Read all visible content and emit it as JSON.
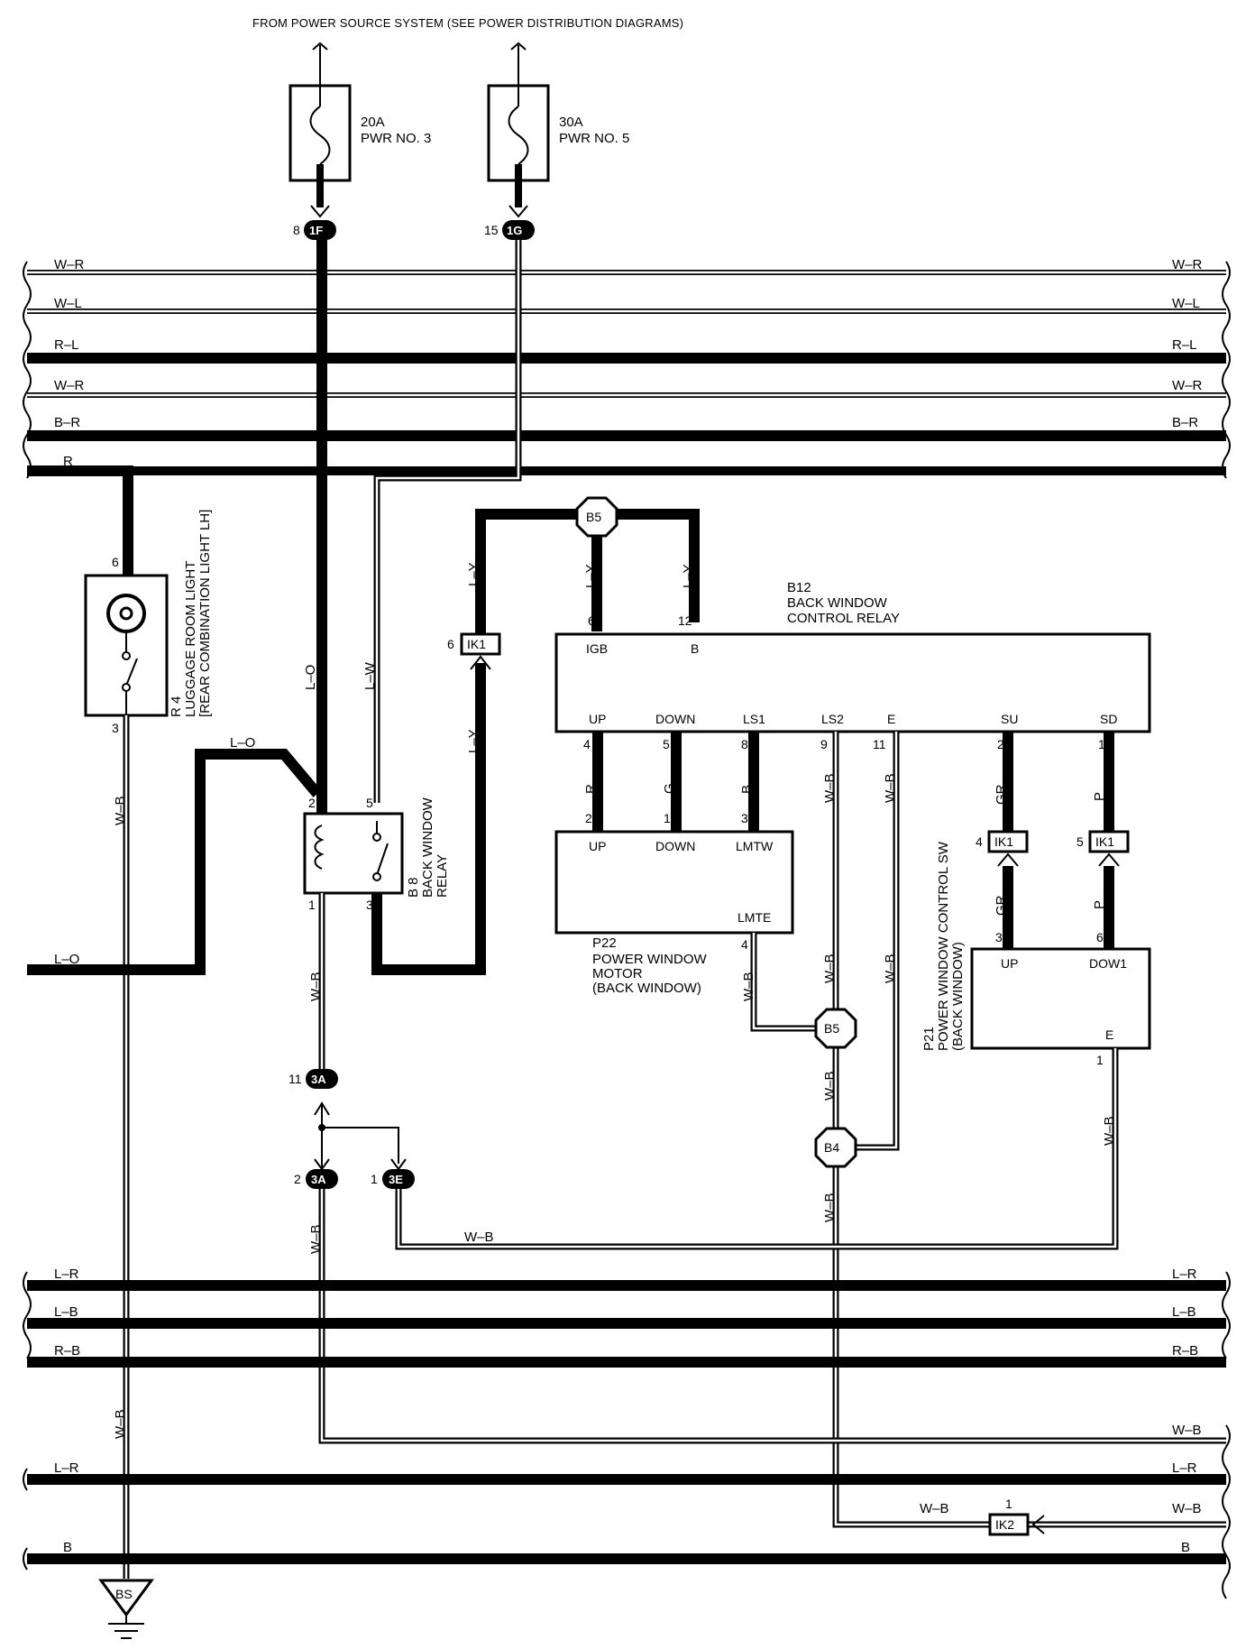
{
  "header": "FROM POWER SOURCE SYSTEM (SEE POWER DISTRIBUTION DIAGRAMS)",
  "fuses": [
    {
      "amps": "20A",
      "name": "PWR NO. 3"
    },
    {
      "amps": "30A",
      "name": "PWR NO. 5"
    }
  ],
  "connectors": {
    "c1f": {
      "id": "1F",
      "pin": "8"
    },
    "c1g": {
      "id": "1G",
      "pin": "15"
    },
    "b5top": {
      "id": "B5"
    },
    "ik1a": {
      "id": "IK1",
      "pin": "6"
    },
    "ik1b": {
      "id": "IK1",
      "pin": "4"
    },
    "ik1c": {
      "id": "IK1",
      "pin": "5"
    },
    "b5mid": {
      "id": "B5"
    },
    "b4": {
      "id": "B4"
    },
    "c3a1": {
      "id": "3A",
      "pin": "11"
    },
    "c3a2": {
      "id": "3A",
      "pin": "2"
    },
    "c3e": {
      "id": "3E",
      "pin": "1"
    },
    "ik2": {
      "id": "IK2",
      "pin": "1"
    },
    "bs": {
      "id": "BS"
    }
  },
  "bus_top": [
    "W–R",
    "W–L",
    "R–L",
    "W–R",
    "B–R"
  ],
  "bus_bottom": [
    "L–R",
    "L–B",
    "R–B",
    "W–B",
    "L–R",
    "W–B",
    "B"
  ],
  "wires": {
    "r": "R",
    "lo": "L–O",
    "lo2": "L–O",
    "lo3": "L–O",
    "lw": "L–W",
    "ly1": "L–Y",
    "ly2": "L–Y",
    "ly3": "L–Y",
    "ly4": "L–Y",
    "wb_r4": "W–B",
    "wb_r4b": "W–B",
    "wb_b8": "W–B",
    "wb_3a": "W–B",
    "r_up": "R",
    "g_down": "G",
    "b_ls1": "B",
    "wb_ls2": "W–B",
    "wb_e": "W–B",
    "gr1": "GR",
    "gr2": "GR",
    "p1": "P",
    "p2": "P",
    "wb_b5a": "W–B",
    "wb_b5b": "W–B",
    "wb_b4a": "W–B",
    "wb_b4b": "W–B",
    "wb_b4c": "W–B",
    "wb_p21": "W–B",
    "wb_3e": "W–B",
    "wb_p22": "W–B",
    "wb_ik2": "W–B"
  },
  "components": {
    "r4": {
      "code": "R 4",
      "name": "LUGGAGE ROOM LIGHT",
      "sub": "[REAR COMBINATION LIGHT LH]",
      "pin_top": "6",
      "pin_bot": "3"
    },
    "b8": {
      "code": "B 8",
      "name": "BACK WINDOW",
      "sub": "RELAY",
      "pins": [
        "2",
        "5",
        "1",
        "3"
      ]
    },
    "b12": {
      "code": "B12",
      "name": "BACK WINDOW",
      "sub": "CONTROL RELAY",
      "top": [
        {
          "t": "IGB",
          "p": "6"
        },
        {
          "t": "B",
          "p": "12"
        }
      ],
      "bottom": [
        {
          "t": "UP",
          "p": "4"
        },
        {
          "t": "DOWN",
          "p": "5"
        },
        {
          "t": "LS1",
          "p": "8"
        },
        {
          "t": "LS2",
          "p": "9"
        },
        {
          "t": "E",
          "p": "11"
        },
        {
          "t": "SU",
          "p": "2"
        },
        {
          "t": "SD",
          "p": "1"
        }
      ]
    },
    "p22": {
      "code": "P22",
      "name": "POWER WINDOW",
      "name2": "MOTOR",
      "sub": "(BACK WINDOW)",
      "top": [
        {
          "t": "UP",
          "p": "2"
        },
        {
          "t": "DOWN",
          "p": "1"
        },
        {
          "t": "LMTW",
          "p": "3"
        }
      ],
      "lmte": "LMTE",
      "lmte_pin": "4"
    },
    "p21": {
      "code": "P21",
      "name": "POWER WINDOW CONTROL SW",
      "sub": "(BACK WINDOW)",
      "top": [
        {
          "t": "UP",
          "p": "3"
        },
        {
          "t": "DOW1",
          "p": "6"
        }
      ],
      "e": "E",
      "e_pin": "1"
    }
  }
}
